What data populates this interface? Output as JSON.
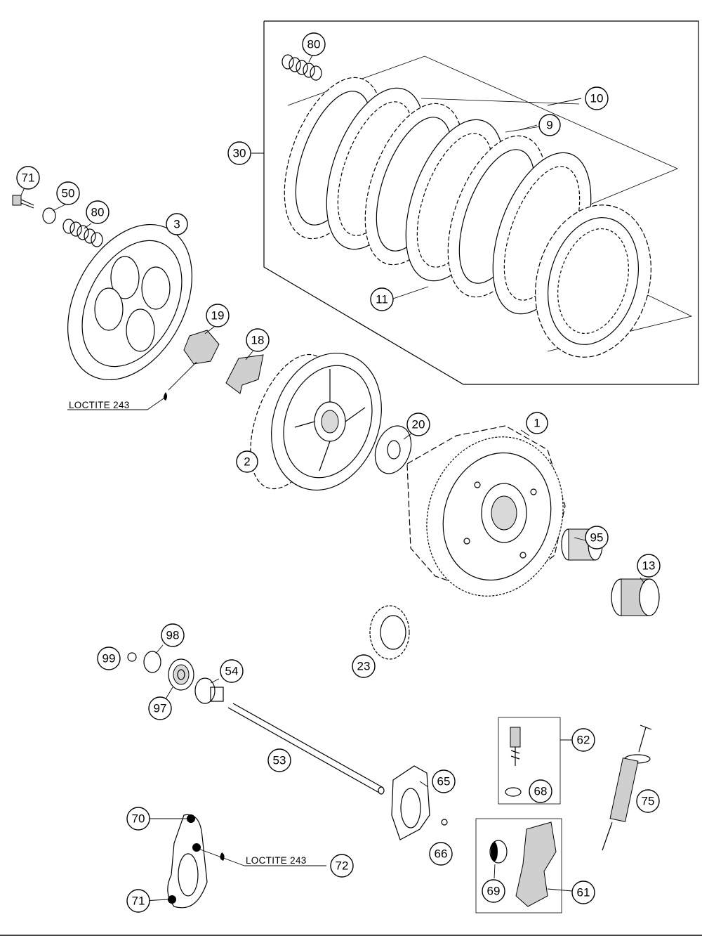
{
  "labels": {
    "n1": "1",
    "n2": "2",
    "n3": "3",
    "n9": "9",
    "n10": "10",
    "n11": "11",
    "n13": "13",
    "n18": "18",
    "n19": "19",
    "n20": "20",
    "n23": "23",
    "n30": "30",
    "n50": "50",
    "n53": "53",
    "n54": "54",
    "n61": "61",
    "n62": "62",
    "n65": "65",
    "n66": "66",
    "n68": "68",
    "n69": "69",
    "n70": "70",
    "n71a": "71",
    "n71b": "71",
    "n72": "72",
    "n75": "75",
    "n80a": "80",
    "n80b": "80",
    "n95": "95",
    "n97": "97",
    "n98": "98",
    "n99": "99"
  },
  "notes": {
    "loctite_upper": "LOCTITE 243",
    "loctite_lower": "LOCTITE 243"
  }
}
